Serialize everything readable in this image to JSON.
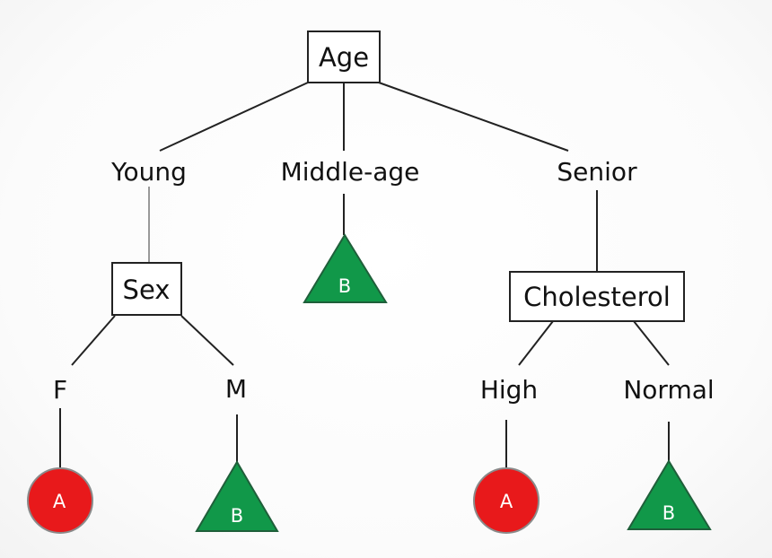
{
  "colors": {
    "class_a": "#e8191b",
    "class_b": "#119849",
    "line": "#222222"
  },
  "tree": {
    "root": {
      "label": "Age"
    },
    "branches": {
      "young": "Young",
      "middle_age": "Middle-age",
      "senior": "Senior"
    },
    "sex_node": {
      "label": "Sex"
    },
    "sex_branches": {
      "f": "F",
      "m": "M"
    },
    "cholesterol_node": {
      "label": "Cholesterol"
    },
    "cholesterol_branches": {
      "high": "High",
      "normal": "Normal"
    },
    "leaves": {
      "middle_age": {
        "label": "B",
        "shape": "triangle"
      },
      "f": {
        "label": "A",
        "shape": "circle"
      },
      "m": {
        "label": "B",
        "shape": "triangle"
      },
      "high": {
        "label": "A",
        "shape": "circle"
      },
      "normal": {
        "label": "B",
        "shape": "triangle"
      }
    }
  }
}
